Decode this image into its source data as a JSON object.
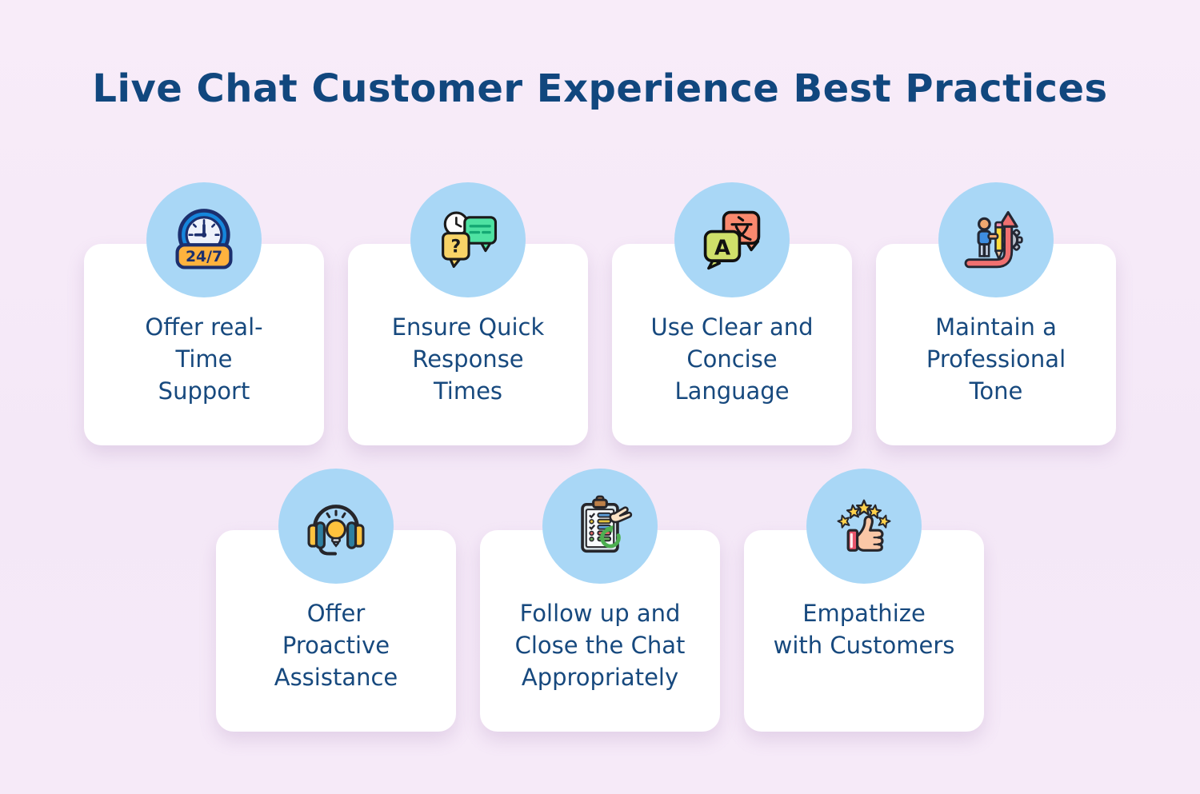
{
  "title": "Live Chat Customer Experience Best Practices",
  "colors": {
    "background": "#F6E9F8",
    "card": "#FFFFFF",
    "badge_circle": "#A9D7F6",
    "title_text": "#11477E",
    "card_text": "#17497E",
    "clock_rim_blue": "#1586DC",
    "badge_yellow": "#FFB23E",
    "bubble_green": "#4EE2A2",
    "bubble_yellow": "#F8D467",
    "bubble_coral": "#F9896E",
    "bubble_olive": "#CFE06A",
    "arrow_red": "#F07070",
    "gear_gray": "#B8BFCA",
    "earpad_yellow": "#FFC33F",
    "earcup_teal": "#2E7FA0",
    "bulb_yellow": "#FFC23D",
    "loop_green": "#4CAF50",
    "star_yellow": "#FFD24C",
    "cuff_red": "#E8556B"
  },
  "rows": [
    {
      "cards": [
        {
          "icon": "24-7-clock-icon",
          "badge_text": "24/7",
          "lines": [
            "Offer real-",
            "Time",
            "Support"
          ]
        },
        {
          "icon": "quick-response-chat-icon",
          "bubble_text": "?",
          "lines": [
            "Ensure Quick",
            "Response",
            "Times"
          ]
        },
        {
          "icon": "translation-bubbles-icon",
          "bubble_char_cjk": "文",
          "bubble_char_latin": "A",
          "lines": [
            "Use Clear and",
            "Concise",
            "Language"
          ]
        },
        {
          "icon": "professional-growth-icon",
          "lines": [
            "Maintain a",
            "Professional",
            "Tone"
          ]
        }
      ]
    },
    {
      "cards": [
        {
          "icon": "headset-lightbulb-icon",
          "lines": [
            "Offer",
            "Proactive",
            "Assistance"
          ]
        },
        {
          "icon": "checklist-follow-up-icon",
          "lines": [
            "Follow up and",
            "Close the Chat",
            "Appropriately"
          ]
        },
        {
          "icon": "thumbs-up-stars-icon",
          "lines": [
            "Empathize",
            "with Customers"
          ]
        }
      ]
    }
  ]
}
